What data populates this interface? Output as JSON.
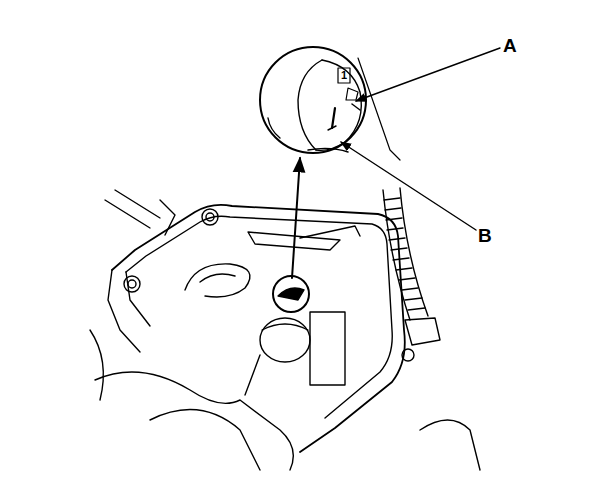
{
  "diagram": {
    "labels": [
      "A",
      "1",
      "B"
    ]
  }
}
